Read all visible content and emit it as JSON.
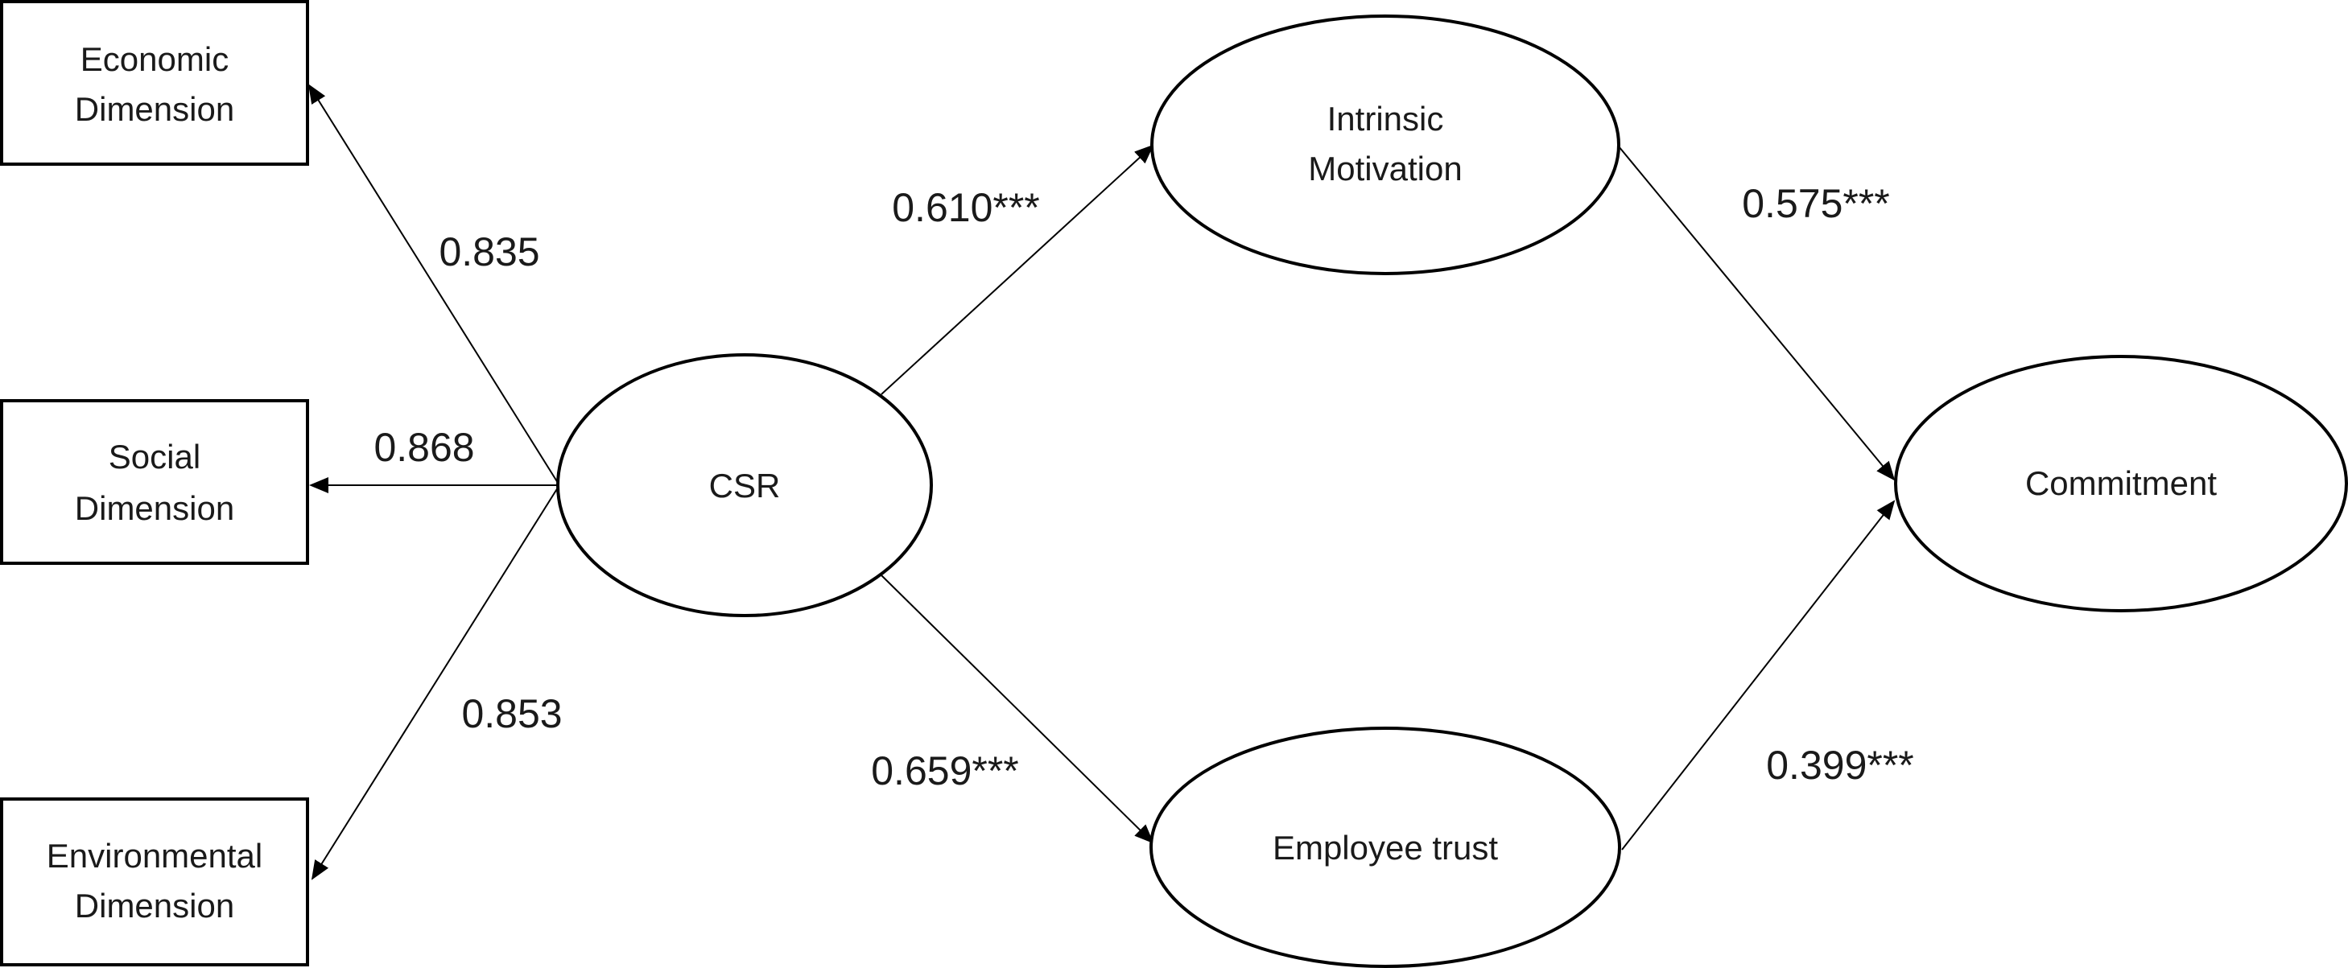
{
  "nodes": {
    "economic": {
      "line1": "Economic",
      "line2": "Dimension"
    },
    "social": {
      "line1": "Social",
      "line2": "Dimension"
    },
    "environmental": {
      "line1": "Environmental",
      "line2": "Dimension"
    },
    "csr": {
      "label": "CSR"
    },
    "intrinsic": {
      "line1": "Intrinsic",
      "line2": "Motivation"
    },
    "trust": {
      "label": "Employee trust"
    },
    "commitment": {
      "label": "Commitment"
    }
  },
  "coefficients": {
    "csr_economic": "0.835",
    "csr_social": "0.868",
    "csr_environmental": "0.853",
    "csr_intrinsic": "0.610***",
    "csr_trust": "0.659***",
    "intrinsic_commitment": "0.575***",
    "trust_commitment": "0.399***"
  }
}
